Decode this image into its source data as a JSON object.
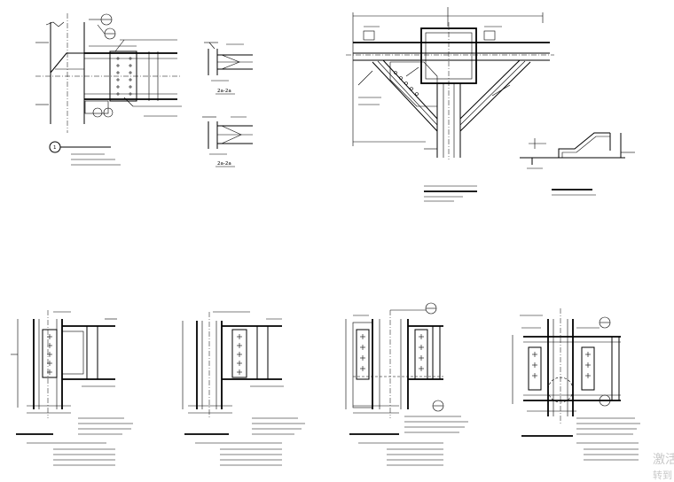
{
  "sheet": {
    "background": "#ffffff",
    "line_color": "#000000"
  },
  "detail_marker": "1",
  "sections": {
    "a": "2a-2a",
    "b": "2a-2a"
  },
  "watermark": {
    "line1": "激活",
    "line2": "转到"
  }
}
